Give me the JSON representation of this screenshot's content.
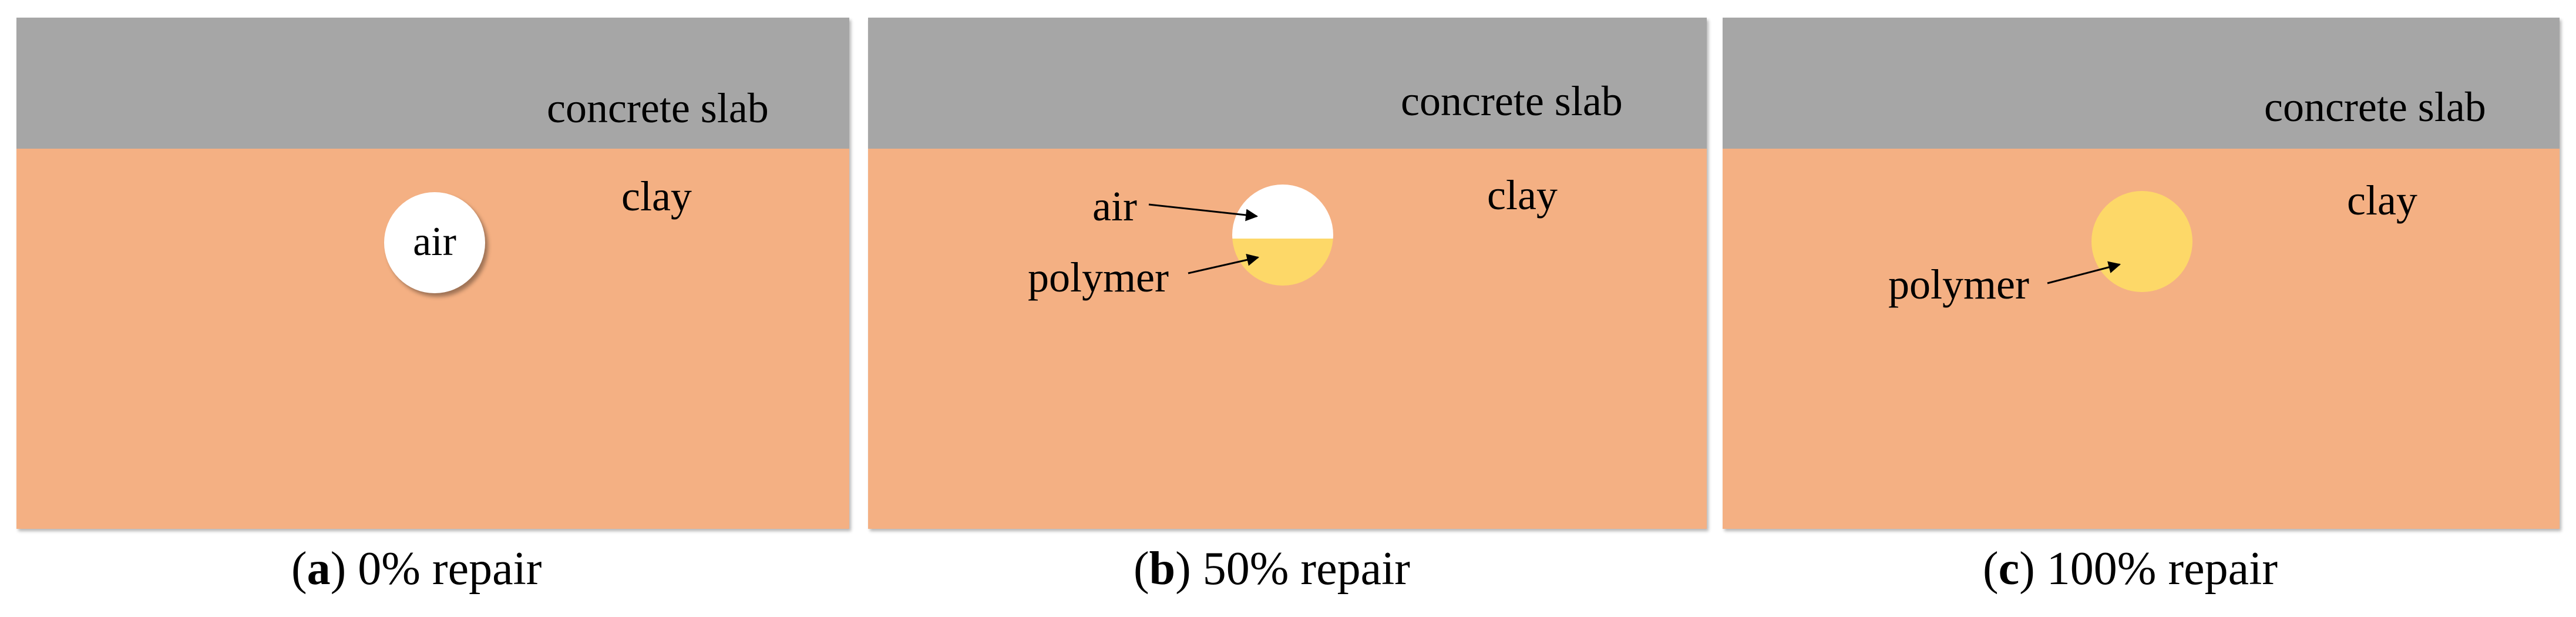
{
  "colors": {
    "slab": "#a6a6a6",
    "clay": "#f4b083",
    "air": "#ffffff",
    "polymer": "#fdd868"
  },
  "panels": [
    {
      "slab_label": "concrete slab",
      "clay_label": "clay",
      "air_label": "air",
      "caption": {
        "open": "(",
        "letter": "a",
        "close": ")",
        "text": " 0% repair"
      },
      "polymer_fill_fraction": 0.0
    },
    {
      "slab_label": "concrete slab",
      "clay_label": "clay",
      "air_label": "air",
      "polymer_label": "polymer",
      "caption": {
        "open": "(",
        "letter": "b",
        "close": ")",
        "text": " 50% repair"
      },
      "polymer_fill_fraction": 0.5
    },
    {
      "slab_label": "concrete slab",
      "clay_label": "clay",
      "polymer_label": "polymer",
      "caption": {
        "open": "(",
        "letter": "c",
        "close": ")",
        "text": " 100% repair"
      },
      "polymer_fill_fraction": 1.0
    }
  ]
}
